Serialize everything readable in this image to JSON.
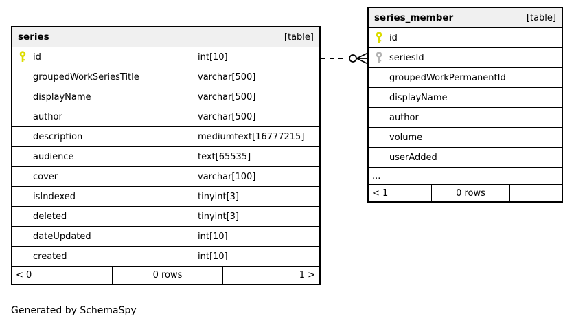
{
  "note": "Generated by SchemaSpy",
  "colors": {
    "header-bg": "#f0f0f0",
    "key-primary": "#dcdc00",
    "key-foreign": "#b4b4b4",
    "border": "#000000"
  },
  "relationship": {
    "from_table": "series",
    "from_column": "id",
    "to_table": "series_member",
    "to_column": "seriesId",
    "style": "dashed",
    "end_markers": "circle-crowfoot"
  },
  "tables": [
    {
      "name": "series",
      "tag": "[table]",
      "columns": [
        {
          "name": "id",
          "type": "int[10]",
          "key": "primary"
        },
        {
          "name": "groupedWorkSeriesTitle",
          "type": "varchar[500]",
          "key": ""
        },
        {
          "name": "displayName",
          "type": "varchar[500]",
          "key": ""
        },
        {
          "name": "author",
          "type": "varchar[500]",
          "key": ""
        },
        {
          "name": "description",
          "type": "mediumtext[16777215]",
          "key": ""
        },
        {
          "name": "audience",
          "type": "text[65535]",
          "key": ""
        },
        {
          "name": "cover",
          "type": "varchar[100]",
          "key": ""
        },
        {
          "name": "isIndexed",
          "type": "tinyint[3]",
          "key": ""
        },
        {
          "name": "deleted",
          "type": "tinyint[3]",
          "key": ""
        },
        {
          "name": "dateUpdated",
          "type": "int[10]",
          "key": ""
        },
        {
          "name": "created",
          "type": "int[10]",
          "key": ""
        }
      ],
      "pager": {
        "left": "< 0",
        "center": "0 rows",
        "right": "1 >"
      }
    },
    {
      "name": "series_member",
      "tag": "[table]",
      "columns": [
        {
          "name": "id",
          "key": "primary"
        },
        {
          "name": "seriesId",
          "key": "foreign"
        },
        {
          "name": "groupedWorkPermanentId",
          "key": ""
        },
        {
          "name": "displayName",
          "key": ""
        },
        {
          "name": "author",
          "key": ""
        },
        {
          "name": "volume",
          "key": ""
        },
        {
          "name": "userAdded",
          "key": ""
        }
      ],
      "ellipsis": "...",
      "pager": {
        "left": "< 1",
        "center": "0 rows",
        "right": ""
      }
    }
  ]
}
